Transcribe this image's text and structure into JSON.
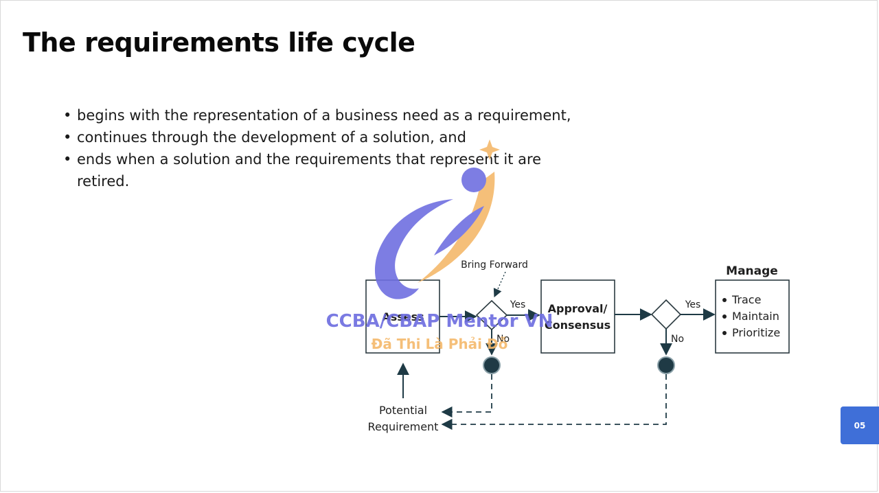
{
  "slide": {
    "title": "The requirements life cycle",
    "bullets": [
      "begins with the representation of a business need as a requirement,",
      "continues through the development of a solution, and",
      "ends when a solution and the requirements that represent it are retired."
    ],
    "page_number": "05"
  },
  "diagram": {
    "assess_label": "Assess",
    "approval_label_1": "Approval/",
    "approval_label_2": "Consensus",
    "manage_title": "Manage",
    "manage_items": [
      "Trace",
      "Maintain",
      "Prioritize"
    ],
    "bring_forward_label": "Bring Forward",
    "yes_label": "Yes",
    "no_label": "No",
    "potential_label_1": "Potential",
    "potential_label_2": "Requirement"
  },
  "watermark": {
    "line1": "CCBA/CBAP Mentor VN",
    "line2": "Đã Thi Là Phải Đỗ",
    "colors": {
      "purple": "#6f6fe0",
      "orange": "#f5b96b"
    }
  },
  "colors": {
    "badge": "#3f6fd8",
    "diagram_line": "#1e3a45"
  }
}
